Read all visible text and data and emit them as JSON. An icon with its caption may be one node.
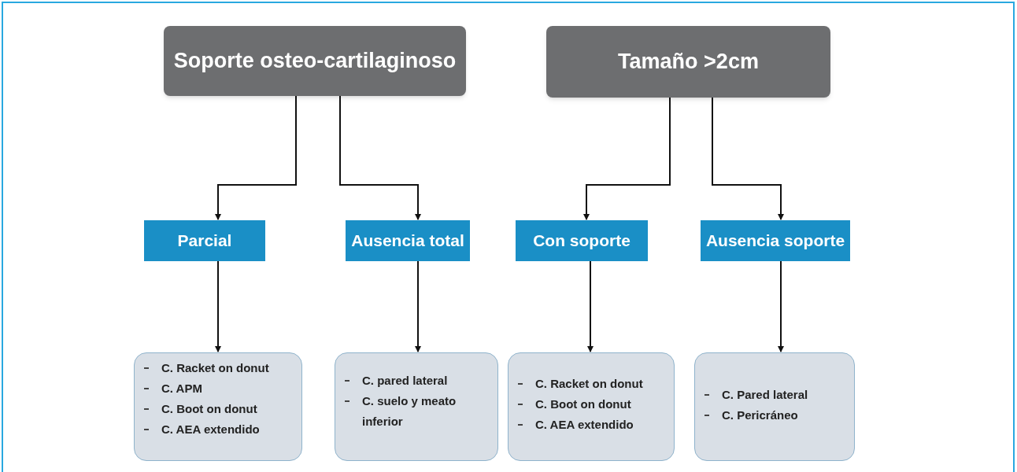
{
  "diagram": {
    "nodes": [
      {
        "text": [
          "Soporte osteo-cartilaginoso"
        ]
      },
      {
        "text": [
          "Tamaño >2cm"
        ]
      },
      {
        "text": [
          "Parcial"
        ]
      },
      {
        "text": [
          "Ausencia total"
        ]
      },
      {
        "text": [
          "Con soporte"
        ]
      },
      {
        "text": [
          "Ausencia soporte"
        ]
      },
      {
        "text": [
          "C. Racket on donut",
          "C. APM",
          "C. Boot on donut",
          "C. AEA extendido"
        ]
      },
      {
        "text": [
          "C. pared lateral",
          "C. suelo y meato inferior"
        ]
      },
      {
        "text": [
          "C. Racket on donut",
          "C. Boot on donut",
          "C. AEA extendido"
        ]
      },
      {
        "text": [
          "C. Pared lateral",
          "C. Pericráneo"
        ]
      }
    ],
    "edges": [
      {
        "from": 0,
        "to": 2,
        "arrow": "to"
      },
      {
        "from": 0,
        "to": 3,
        "arrow": "to"
      },
      {
        "from": 1,
        "to": 4,
        "arrow": "to"
      },
      {
        "from": 1,
        "to": 5,
        "arrow": "to"
      },
      {
        "from": 2,
        "to": 6,
        "arrow": "to"
      },
      {
        "from": 3,
        "to": 7,
        "arrow": "to"
      },
      {
        "from": 4,
        "to": 8,
        "arrow": "to"
      },
      {
        "from": 5,
        "to": 9,
        "arrow": "to"
      }
    ]
  }
}
